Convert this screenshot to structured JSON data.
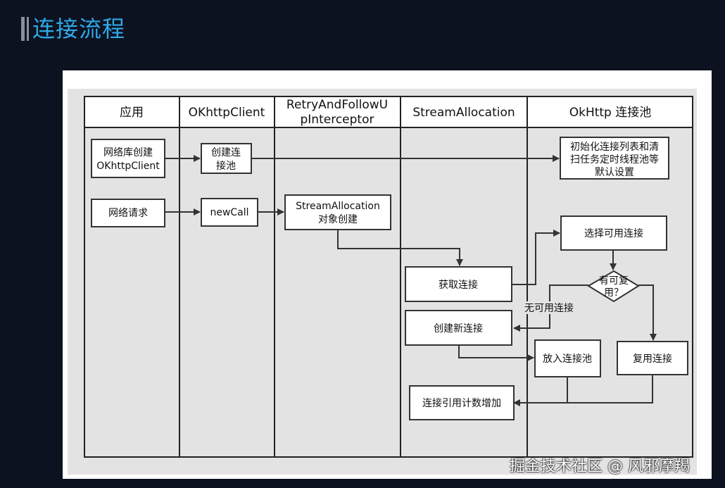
{
  "page": {
    "title": "连接流程",
    "watermark": "掘金技术社区 @ 风邪摩羯"
  },
  "lanes": [
    {
      "name": "应用"
    },
    {
      "name": "OKhttpClient"
    },
    {
      "line1": "RetryAndFollowU",
      "line2": "pInterceptor"
    },
    {
      "name": "StreamAllocation"
    },
    {
      "name": "OkHttp 连接池"
    }
  ],
  "nodes": {
    "app_create": {
      "line1": "网络库创建",
      "line2": "OKhttpClient"
    },
    "create_pool": {
      "line1": "创建连",
      "line2": "接池"
    },
    "init_pool": {
      "line1": "初始化连接列表和清",
      "line2": "扫任务定时线程池等",
      "line3": "默认设置"
    },
    "net_request": "网络请求",
    "new_call": "newCall",
    "sa_create": {
      "line1": "StreamAllocation",
      "line2": "对象创建"
    },
    "select_conn": "选择可用连接",
    "get_conn": "获取连接",
    "reuse_q": {
      "line1": "有可复",
      "line2": "用？"
    },
    "no_conn": "无可用连接",
    "create_new": "创建新连接",
    "put_pool": "放入连接池",
    "reuse": "复用连接",
    "ref_count": "连接引用计数增加"
  },
  "colors": {
    "title": "#2fa9e8",
    "background": "#0c1220",
    "diagram_bg": "#e3e3e3",
    "box_fill": "#ffffff",
    "stroke": "#333333"
  }
}
